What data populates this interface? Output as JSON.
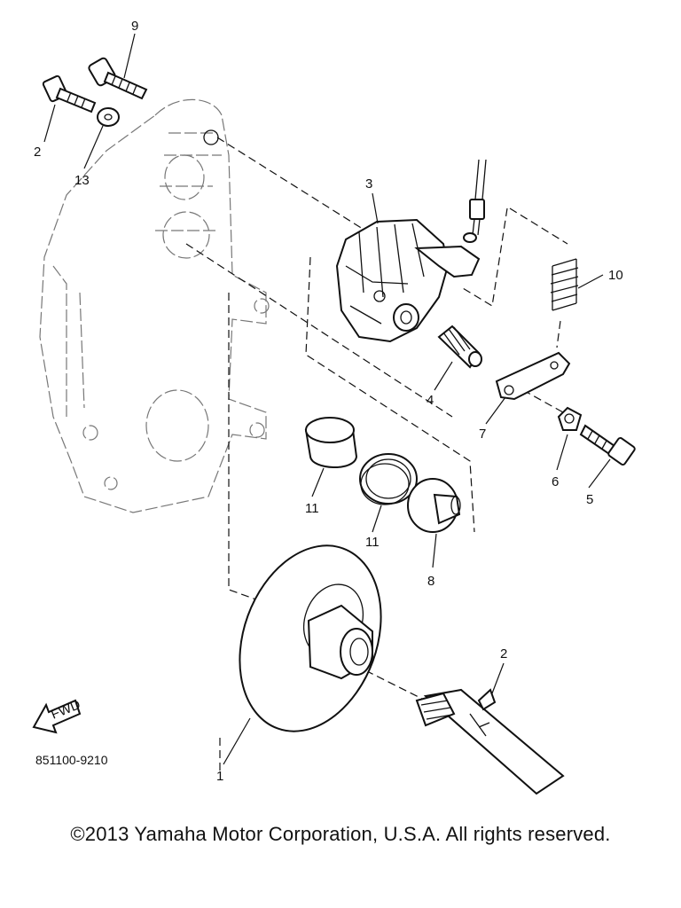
{
  "callouts": {
    "c1": "1",
    "c2a": "2",
    "c2b": "2",
    "c3": "3",
    "c4": "4",
    "c5": "5",
    "c6": "6",
    "c7": "7",
    "c8": "8",
    "c9": "9",
    "c10": "10",
    "c11a": "11",
    "c11b": "11",
    "c13": "13"
  },
  "fwd_label": "FWD",
  "diagram_code": "851100-9210",
  "copyright": "©2013 Yamaha Motor Corporation, U.S.A. All rights reserved."
}
